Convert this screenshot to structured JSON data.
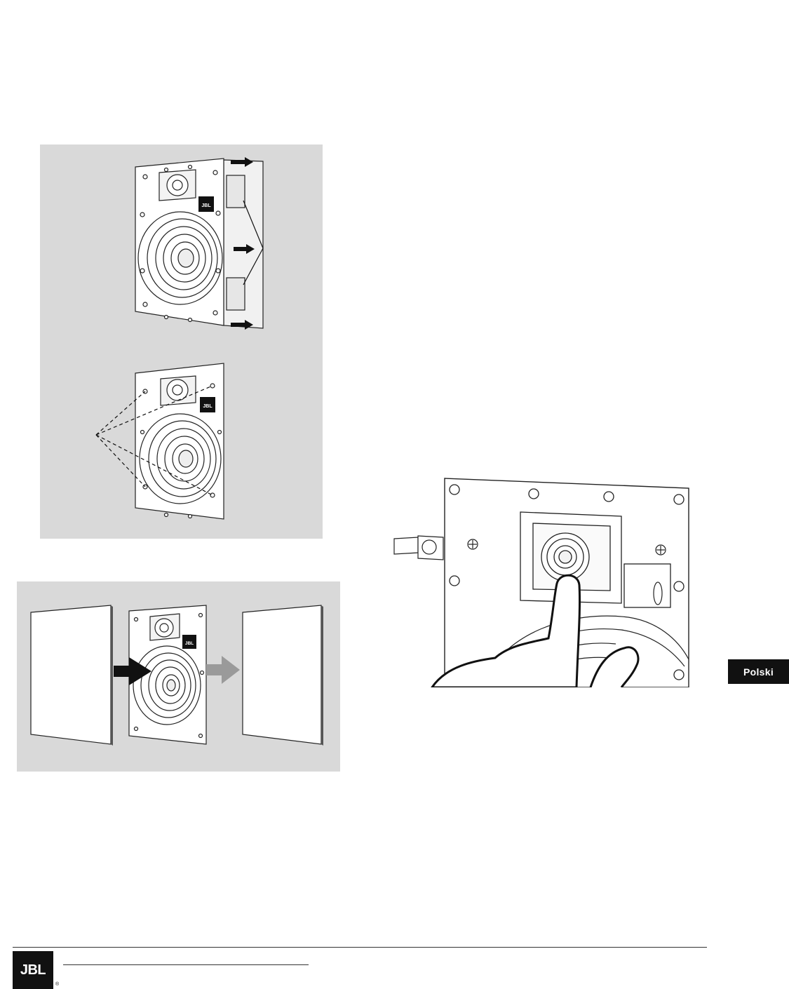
{
  "language_tab": {
    "label": "Polski"
  },
  "speaker_badge": {
    "label": "JBL"
  },
  "footer": {
    "logo_text": "JBL",
    "logo_mark": "®"
  }
}
